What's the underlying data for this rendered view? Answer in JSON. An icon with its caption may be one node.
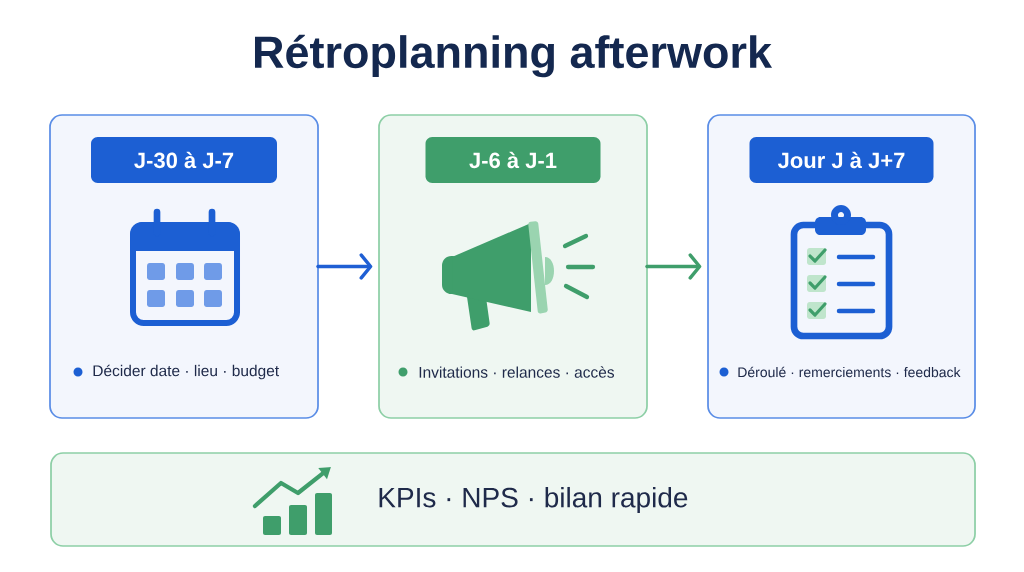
{
  "diagram": {
    "title": "Rétroplanning afterwork",
    "nodes": [
      {
        "text": [
          "Décider date · lieu · budget"
        ]
      },
      {
        "text": [
          "J-30 à J-7"
        ],
        "in": 0
      },
      {
        "text": [
          "Invitations · relances · accès"
        ]
      },
      {
        "text": [
          "J-6 à J-1"
        ],
        "in": 2
      },
      {
        "text": [
          "Déroulé · remerciements · feedback"
        ]
      },
      {
        "text": [
          "Jour J à J+7"
        ],
        "in": 4
      },
      {
        "text": [
          "KPIs · NPS · bilan rapide"
        ]
      }
    ],
    "edges": [
      {
        "from": 0,
        "to": 2,
        "arrow": "to",
        "color": "#1f5fd4"
      },
      {
        "from": 2,
        "to": 4,
        "arrow": "to",
        "color": "#3f9e6b"
      }
    ]
  }
}
